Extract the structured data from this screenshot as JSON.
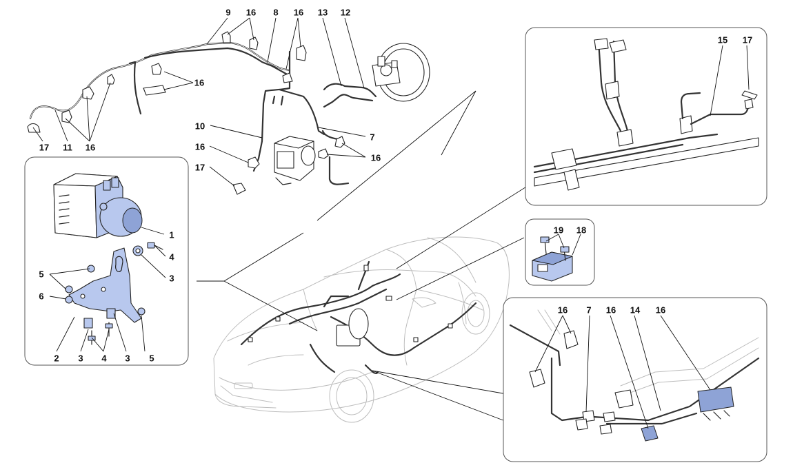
{
  "callouts": {
    "c1": "1",
    "c2": "2",
    "c3": "3",
    "c4": "4",
    "c5": "5",
    "c6": "6",
    "c7": "7",
    "c8": "8",
    "c9": "9",
    "c10": "10",
    "c11": "11",
    "c12": "12",
    "c13": "13",
    "c14": "14",
    "c15": "15",
    "c16": "16",
    "c17": "17",
    "c18": "18",
    "c19": "19"
  },
  "colors": {
    "part_fill": "#b8c8ee",
    "part_fill_dark": "#8ea3d6",
    "outline": "#222222",
    "car_outline": "#bdbdbd",
    "panel_border": "#555555"
  }
}
